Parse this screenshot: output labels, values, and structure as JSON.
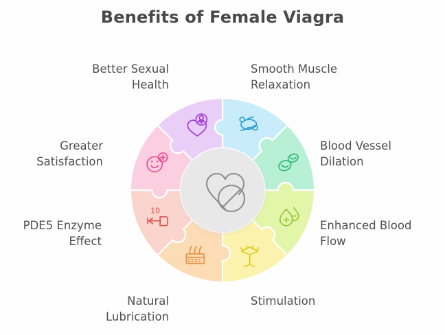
{
  "header": {
    "title": "Benefits of Female Viagra"
  },
  "center": {
    "icon": "heart-with-pill-icon",
    "circle_color": "#e8e8e8",
    "stroke_color": "#8d8d8d"
  },
  "wheel": {
    "type": "puzzle-circle",
    "segment_count": 8,
    "segments": [
      {
        "id": "smooth-muscle-relaxation",
        "label": "Smooth Muscle\nRelaxation",
        "icon": "flexing-muscle-icon",
        "fill": "#c9ecfa",
        "icon_color": "#2a9fd6",
        "side": "right",
        "angle_deg": -67.5
      },
      {
        "id": "blood-vessel-dilation",
        "label": "Blood Vessel\nDilation",
        "icon": "blood-cells-icon",
        "fill": "#b7f0d4",
        "icon_color": "#2eb872",
        "side": "right",
        "angle_deg": -22.5
      },
      {
        "id": "enhanced-blood-flow",
        "label": "Enhanced Blood\nFlow",
        "icon": "blood-drops-plus-minus-icon",
        "fill": "#e2f5a9",
        "icon_color": "#9ac43a",
        "side": "right",
        "angle_deg": 22.5
      },
      {
        "id": "stimulation",
        "label": "Stimulation",
        "icon": "nerve-icon",
        "fill": "#fbf2ae",
        "icon_color": "#e2cc22",
        "side": "right",
        "angle_deg": 67.5
      },
      {
        "id": "natural-lubrication",
        "label": "Natural\nLubrication",
        "icon": "skin-tissue-icon",
        "fill": "#fbdcb4",
        "icon_color": "#e79243",
        "side": "left",
        "angle_deg": 112.5
      },
      {
        "id": "pde5-enzyme-effect",
        "label": "PDE5 Enzyme\nEffect",
        "icon": "ten-arrow-icon",
        "fill": "#fad5cd",
        "icon_color": "#e05252",
        "side": "left",
        "angle_deg": 157.5
      },
      {
        "id": "greater-satisfaction",
        "label": "Greater\nSatisfaction",
        "icon": "smiley-plus-icon",
        "fill": "#fccfe0",
        "icon_color": "#ea4d93",
        "side": "left",
        "angle_deg": 202.5
      },
      {
        "id": "better-sexual-health",
        "label": "Better Sexual\nHealth",
        "icon": "heart-female-badge-icon",
        "fill": "#e9cff7",
        "icon_color": "#a13ed6",
        "side": "left",
        "angle_deg": 247.5
      }
    ]
  },
  "labels": {
    "better_sexual_health": "Better Sexual\nHealth",
    "greater_satisfaction": "Greater\nSatisfaction",
    "pde5_enzyme_effect": "PDE5 Enzyme\nEffect",
    "natural_lubrication": "Natural\nLubrication",
    "smooth_muscle_relaxation": "Smooth Muscle\nRelaxation",
    "blood_vessel_dilation": "Blood Vessel\nDilation",
    "enhanced_blood_flow": "Enhanced Blood\nFlow",
    "stimulation": "Stimulation"
  }
}
